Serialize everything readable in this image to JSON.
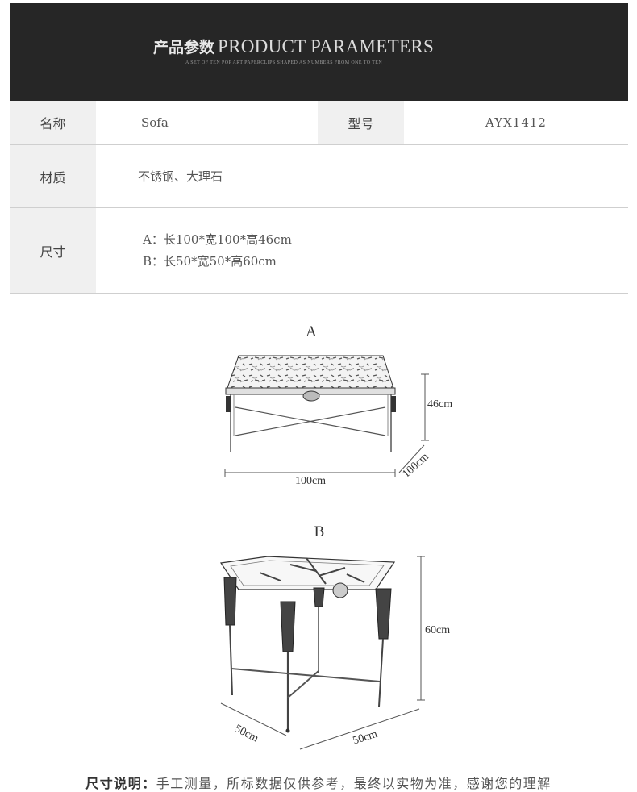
{
  "header": {
    "title_cn": "产品参数",
    "title_en": "PRODUCT PARAMETERS",
    "subtitle": "A SET OF TEN POP ART PAPERCLIPS SHAPED AS NUMBERS FROM ONE TO TEN"
  },
  "params": {
    "name_label": "名称",
    "name_value": "Sofa",
    "model_label": "型号",
    "model_value": "AYX1412",
    "material_label": "材质",
    "material_value": "不锈钢、大理石",
    "size_label": "尺寸",
    "size_a": "A：长100*宽100*高46cm",
    "size_b": "B：长50*宽50*高60cm"
  },
  "drawing_a": {
    "label": "A",
    "height": "46cm",
    "width": "100cm",
    "depth": "100cm"
  },
  "drawing_b": {
    "label": "B",
    "height": "60cm",
    "width": "50cm",
    "depth": "50cm"
  },
  "note": {
    "label": "尺寸说明：",
    "text": "手工测量，所标数据仅供参考，最终以实物为准，感谢您的理解"
  }
}
